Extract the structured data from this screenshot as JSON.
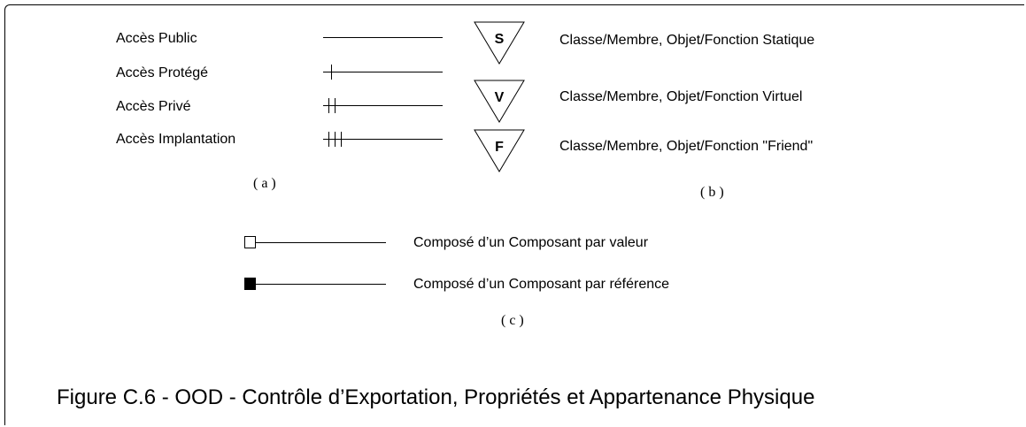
{
  "access": {
    "public": "Accès Public",
    "protected": "Accès Protégé",
    "private": "Accès Privé",
    "implementation": "Accès Implantation",
    "label": "( a )"
  },
  "modifiers": {
    "static_symbol": "S",
    "virtual_symbol": "V",
    "friend_symbol": "F",
    "static_desc": "Classe/Membre, Objet/Fonction Statique",
    "virtual_desc": "Classe/Membre, Objet/Fonction Virtuel",
    "friend_desc": "Classe/Membre, Objet/Fonction \"Friend\"",
    "label": "( b )"
  },
  "composition": {
    "by_value": "Composé d’un Composant par valeur",
    "by_reference": "Composé d’un Composant par référence",
    "label": "( c )"
  },
  "caption": "Figure C.6 - OOD - Contrôle d’Exportation, Propriétés et Appartenance Physique"
}
